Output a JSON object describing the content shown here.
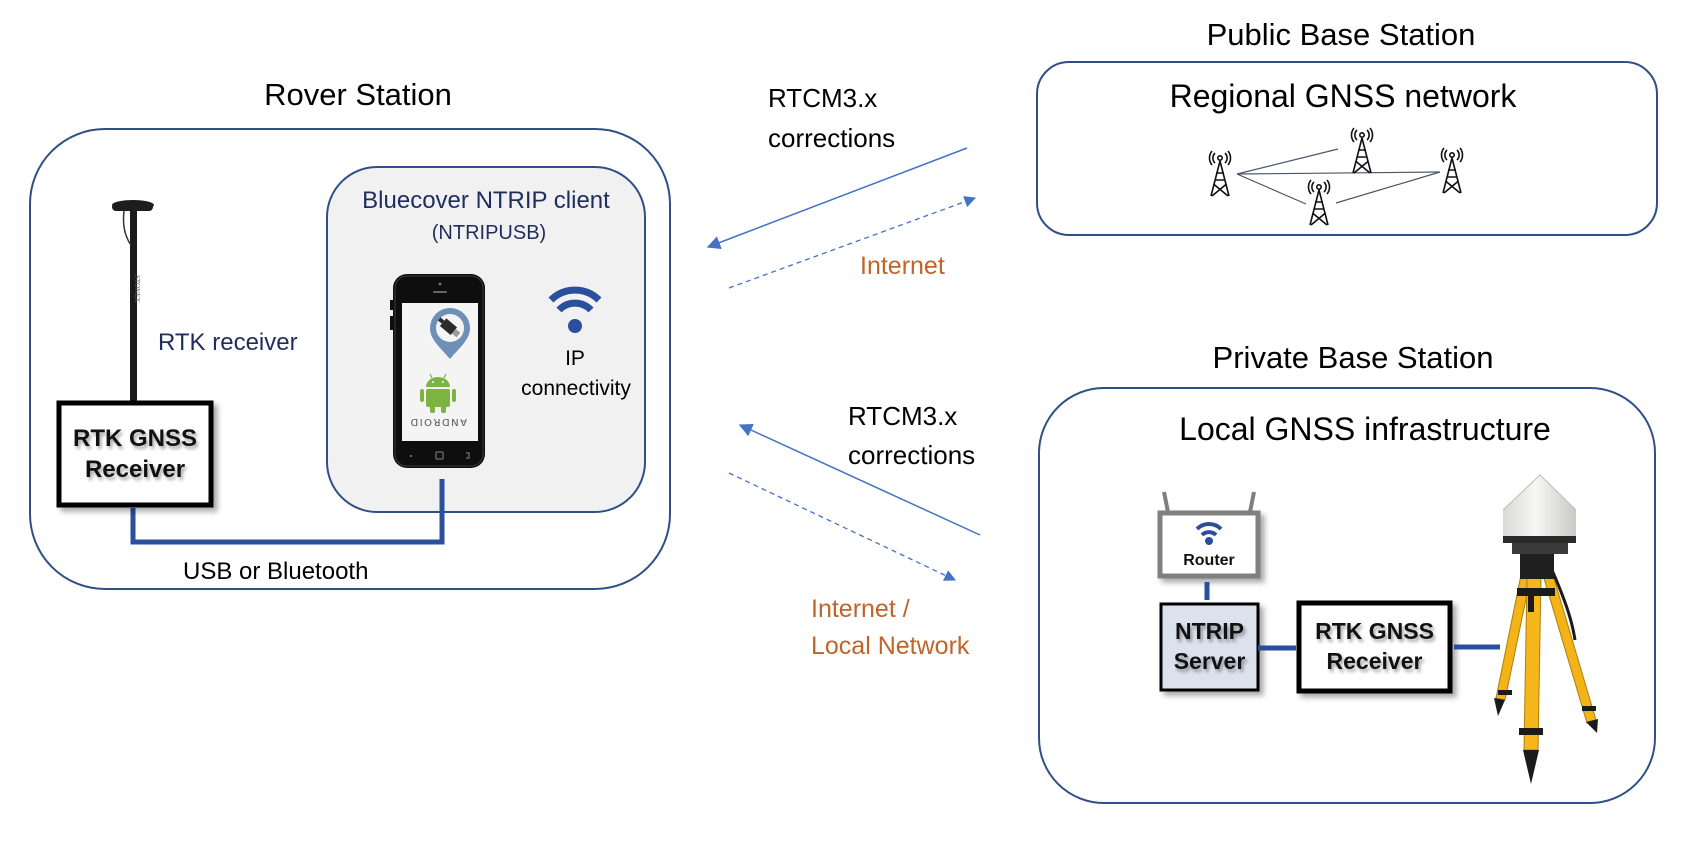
{
  "rover_station": {
    "title": "Rover Station",
    "antenna_label": "RTK receiver",
    "receiver_box": {
      "line1": "RTK GNSS",
      "line2": "Receiver"
    },
    "client_panel": {
      "title": "Bluecover NTRIP client",
      "subtitle": "(NTRIPUSB)",
      "phone_os_label": "ANDROID",
      "connectivity_label_line1": "IP",
      "connectivity_label_line2": "connectivity"
    },
    "link_label": "USB or Bluetooth"
  },
  "public_link": {
    "data_label_line1": "RTCM3.x",
    "data_label_line2": "corrections",
    "network_label": "Internet"
  },
  "private_link": {
    "data_label_line1": "RTCM3.x",
    "data_label_line2": "corrections",
    "network_label_line1": "Internet /",
    "network_label_line2": "Local Network"
  },
  "public_base_station": {
    "title": "Public Base Station",
    "network_title": "Regional GNSS network",
    "tower_count": 4
  },
  "private_base_station": {
    "title": "Private Base Station",
    "infrastructure_title": "Local GNSS infrastructure",
    "router_label": "Router",
    "server_box": {
      "line1": "NTRIP",
      "line2": "Server"
    },
    "receiver_box": {
      "line1": "RTK GNSS",
      "line2": "Receiver"
    }
  },
  "colors": {
    "box_border": "#2f4f86",
    "panel_fill": "#f1f1f1",
    "cable": "#2a4f9c",
    "arrow": "#4472c4",
    "accent_text": "#c0642a",
    "navy_text": "#1f2d5e",
    "wifi": "#2a4f9c",
    "android_green": "#7cb342",
    "tripod_yellow": "#f2b418",
    "server_fill": "#dbe2ee"
  }
}
